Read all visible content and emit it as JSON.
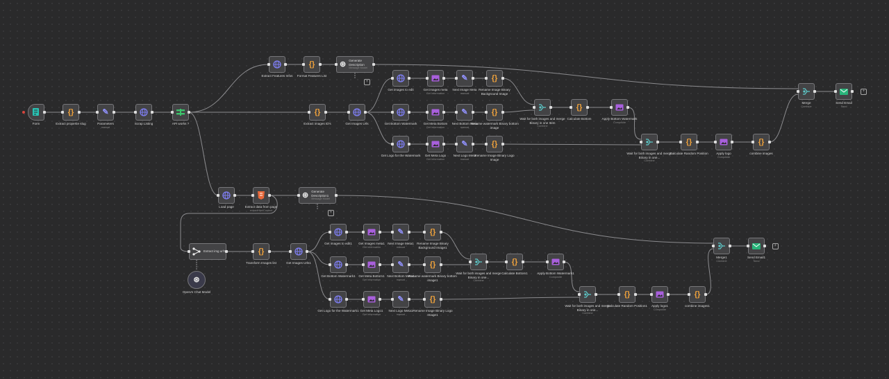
{
  "canvas": {
    "title": "n8n workflow canvas"
  },
  "colors": {
    "http": "#7f7ff5",
    "code": "#f0a23b",
    "edit": "#8f8ff7",
    "image": "#a85fdc",
    "merge": "#5cc6c6",
    "email": "#29b47a",
    "if": "#3cc36b",
    "form": "#29c2b4",
    "html": "#e8683a",
    "openai": "#e8e8e8"
  },
  "nodes": [
    {
      "id": "form",
      "label": "Form",
      "icon": "form-icon"
    },
    {
      "id": "slug",
      "label": "Extract propertie slug",
      "icon": "code-icon"
    },
    {
      "id": "params",
      "label": "Parameters",
      "sub": "manual",
      "icon": "edit-icon"
    },
    {
      "id": "scrap",
      "label": "Scrap Listing",
      "icon": "http-icon"
    },
    {
      "id": "api",
      "label": "API works ?",
      "icon": "if-icon"
    },
    {
      "id": "feat",
      "label": "Extract Features Infos",
      "icon": "http-icon"
    },
    {
      "id": "fmt",
      "label": "Format Features List",
      "icon": "code-icon"
    },
    {
      "id": "gen",
      "label": "Generate Description",
      "sub": "Message Model",
      "icon": "openai-icon",
      "wide": true
    },
    {
      "id": "ids",
      "label": "Extract images ID's",
      "icon": "code-icon"
    },
    {
      "id": "urls",
      "label": "Get Images Urls",
      "icon": "http-icon"
    },
    {
      "id": "a1",
      "label": "Get images to edit",
      "icon": "http-icon"
    },
    {
      "id": "a2",
      "label": "Get images meta",
      "sub": "Get Information",
      "icon": "image-icon"
    },
    {
      "id": "a3",
      "label": "Next Image Meta",
      "sub": "manual",
      "icon": "edit-icon"
    },
    {
      "id": "a4",
      "label": "Rename Image Binary Background Image",
      "icon": "code-icon"
    },
    {
      "id": "b1",
      "label": "Get Bottom Watermark",
      "icon": "http-icon"
    },
    {
      "id": "b2",
      "label": "Get Meta Bottom",
      "sub": "Get Information",
      "icon": "image-icon"
    },
    {
      "id": "b3",
      "label": "Next Bottom Meta",
      "sub": "manual",
      "icon": "edit-icon"
    },
    {
      "id": "b4",
      "label": "Rename watermark Binary bottom image",
      "icon": "code-icon"
    },
    {
      "id": "c1",
      "label": "Get Logo for the Watermark",
      "icon": "http-icon"
    },
    {
      "id": "c2",
      "label": "Get Meta Logo",
      "sub": "Get Information",
      "icon": "image-icon"
    },
    {
      "id": "c3",
      "label": "Next Logo Meta",
      "sub": "manual",
      "icon": "edit-icon"
    },
    {
      "id": "c4",
      "label": "Rename Image Binary Logo Image",
      "icon": "code-icon"
    },
    {
      "id": "w1",
      "label": "Wait for both images and merge Binary in one Item",
      "sub": "Combine",
      "icon": "merge-icon"
    },
    {
      "id": "calc",
      "label": "Calculate Bottom",
      "icon": "code-icon"
    },
    {
      "id": "abw",
      "label": "Apply Bottom Watermark",
      "sub": "Composite",
      "icon": "image-icon"
    },
    {
      "id": "w2",
      "label": "Wait for both images and merge Binary in one...",
      "sub": "Combine",
      "icon": "merge-icon"
    },
    {
      "id": "crp",
      "label": "Calculate Random Position",
      "icon": "code-icon"
    },
    {
      "id": "logo",
      "label": "Apply logo",
      "sub": "Composite",
      "icon": "image-icon"
    },
    {
      "id": "comb",
      "label": "combine images",
      "icon": "code-icon"
    },
    {
      "id": "merge",
      "label": "Merge",
      "sub": "Combine",
      "icon": "merge-icon"
    },
    {
      "id": "mail",
      "label": "Send Email",
      "sub": "Send",
      "icon": "email-icon"
    },
    {
      "id": "load",
      "label": "Load page",
      "icon": "http-icon"
    },
    {
      "id": "xdata",
      "label": "Extract data from page",
      "sub": "extractHtmlContent",
      "icon": "html-icon"
    },
    {
      "id": "gen1",
      "label": "Generate Description1",
      "sub": "Message Model",
      "icon": "openai-icon",
      "wide": true
    },
    {
      "id": "ximg",
      "label": "Extract img url's",
      "icon": "agent-icon",
      "wide": true
    },
    {
      "id": "oai",
      "label": "OpenAI Chat Model",
      "icon": "openai-icon",
      "circle": true
    },
    {
      "id": "tl",
      "label": "Transform Images list",
      "icon": "code-icon"
    },
    {
      "id": "urls1",
      "label": "Get Images Urls1",
      "icon": "http-icon"
    },
    {
      "id": "d1",
      "label": "Get images to edit1",
      "icon": "http-icon"
    },
    {
      "id": "d2",
      "label": "Get Images meta1",
      "sub": "Get Information",
      "icon": "image-icon"
    },
    {
      "id": "d3",
      "label": "Next Image Meta1",
      "sub": "manual",
      "icon": "edit-icon"
    },
    {
      "id": "d4",
      "label": "Rename Image Binary Background Image1",
      "icon": "code-icon"
    },
    {
      "id": "e1",
      "label": "Get Bottom Watermark1",
      "icon": "http-icon"
    },
    {
      "id": "e2",
      "label": "Get Meta Bottom1",
      "sub": "Get Information",
      "icon": "image-icon"
    },
    {
      "id": "e3",
      "label": "Next Bottom Meta1",
      "sub": "manual",
      "icon": "edit-icon"
    },
    {
      "id": "e4",
      "label": "Rename watermark Binary bottom image1",
      "icon": "code-icon"
    },
    {
      "id": "f1",
      "label": "Get Logo for the Watermark1",
      "icon": "http-icon"
    },
    {
      "id": "f2",
      "label": "Get Meta Logo1",
      "sub": "Get Information",
      "icon": "image-icon"
    },
    {
      "id": "f3",
      "label": "Next Logo Meta1",
      "sub": "manual",
      "icon": "edit-icon"
    },
    {
      "id": "f4",
      "label": "Rename Image Binary Logo Image1",
      "icon": "code-icon"
    },
    {
      "id": "w3",
      "label": "Wait for both images and merge Binary in one...",
      "sub": "Combine",
      "icon": "merge-icon"
    },
    {
      "id": "calc1",
      "label": "Calculate Bottom1",
      "icon": "code-icon"
    },
    {
      "id": "abw1",
      "label": "Apply Bottom Watermark1",
      "sub": "Composite",
      "icon": "image-icon"
    },
    {
      "id": "w4",
      "label": "Wait for both images and merge Binary in one...",
      "sub": "Combine",
      "icon": "merge-icon"
    },
    {
      "id": "crp1",
      "label": "Calculate Random Position1",
      "icon": "code-icon"
    },
    {
      "id": "logo1",
      "label": "Apply logo1",
      "sub": "Composite",
      "icon": "image-icon"
    },
    {
      "id": "comb1",
      "label": "combine images1",
      "icon": "code-icon"
    },
    {
      "id": "merge1",
      "label": "Merge1",
      "sub": "Combine",
      "icon": "merge-icon"
    },
    {
      "id": "mail1",
      "label": "Send Email1",
      "sub": "Send",
      "icon": "email-icon"
    }
  ],
  "edges": [
    [
      "form",
      "slug"
    ],
    [
      "slug",
      "params"
    ],
    [
      "params",
      "scrap"
    ],
    [
      "scrap",
      "api"
    ],
    [
      "api",
      "feat"
    ],
    [
      "api",
      "ids"
    ],
    [
      "api",
      "load"
    ],
    [
      "feat",
      "fmt"
    ],
    [
      "fmt",
      "gen"
    ],
    [
      "gen",
      "merge"
    ],
    [
      "ids",
      "urls"
    ],
    [
      "urls",
      "a1"
    ],
    [
      "urls",
      "b1"
    ],
    [
      "urls",
      "c1"
    ],
    [
      "a1",
      "a2"
    ],
    [
      "a2",
      "a3"
    ],
    [
      "a3",
      "a4"
    ],
    [
      "b1",
      "b2"
    ],
    [
      "b2",
      "b3"
    ],
    [
      "b3",
      "b4"
    ],
    [
      "c1",
      "c2"
    ],
    [
      "c2",
      "c3"
    ],
    [
      "c3",
      "c4"
    ],
    [
      "a4",
      "w1"
    ],
    [
      "b4",
      "w1"
    ],
    [
      "w1",
      "calc"
    ],
    [
      "calc",
      "abw"
    ],
    [
      "abw",
      "w2"
    ],
    [
      "c4",
      "w2"
    ],
    [
      "w2",
      "crp"
    ],
    [
      "crp",
      "logo"
    ],
    [
      "logo",
      "comb"
    ],
    [
      "comb",
      "merge"
    ],
    [
      "merge",
      "mail"
    ],
    [
      "load",
      "xdata"
    ],
    [
      "xdata",
      "gen1"
    ],
    [
      "xdata",
      "ximg"
    ],
    [
      "gen1",
      "merge1"
    ],
    [
      "ximg",
      "tl"
    ],
    [
      "tl",
      "urls1"
    ],
    [
      "urls1",
      "d1"
    ],
    [
      "urls1",
      "e1"
    ],
    [
      "urls1",
      "f1"
    ],
    [
      "d1",
      "d2"
    ],
    [
      "d2",
      "d3"
    ],
    [
      "d3",
      "d4"
    ],
    [
      "e1",
      "e2"
    ],
    [
      "e2",
      "e3"
    ],
    [
      "e3",
      "e4"
    ],
    [
      "f1",
      "f2"
    ],
    [
      "f2",
      "f3"
    ],
    [
      "f3",
      "f4"
    ],
    [
      "d4",
      "w3"
    ],
    [
      "e4",
      "w3"
    ],
    [
      "w3",
      "calc1"
    ],
    [
      "calc1",
      "abw1"
    ],
    [
      "abw1",
      "w4"
    ],
    [
      "f4",
      "w4"
    ],
    [
      "w4",
      "crp1"
    ],
    [
      "crp1",
      "logo1"
    ],
    [
      "logo1",
      "comb1"
    ],
    [
      "comb1",
      "merge1"
    ],
    [
      "merge1",
      "mail1"
    ]
  ]
}
